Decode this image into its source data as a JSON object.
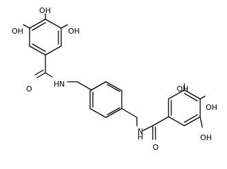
{
  "molecule": {
    "labels": {
      "oh_1": "OH",
      "oh_2": "OH",
      "oh_3": "OH",
      "o_1": "O",
      "n_1": "N",
      "h_1": "H",
      "n_2": "N",
      "h_2": "H",
      "o_2": "O",
      "oh_4": "OH",
      "oh_5": "OH",
      "oh_6": "OH"
    }
  }
}
